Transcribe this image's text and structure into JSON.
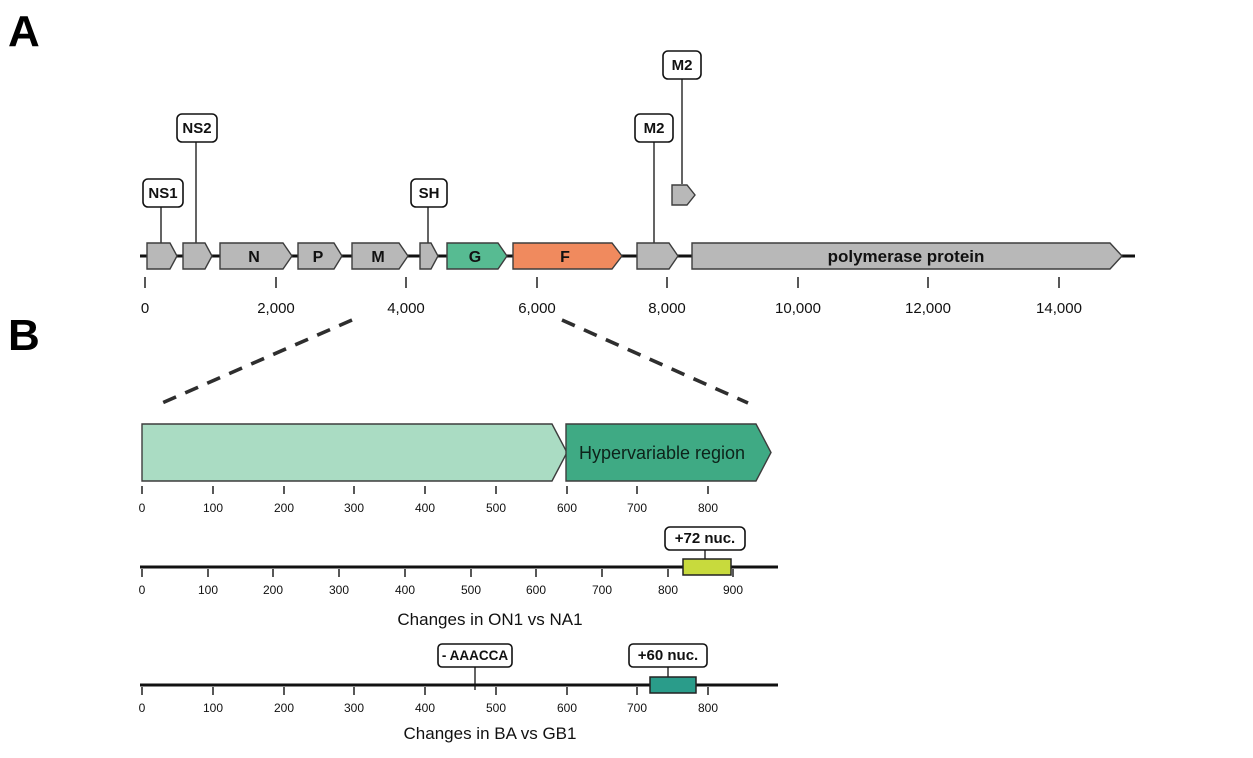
{
  "figure": {
    "panel_a_label": "A",
    "panel_b_label": "B"
  },
  "genome_map": {
    "gene_labels": {
      "n": "N",
      "p": "P",
      "m": "M",
      "g": "G",
      "f": "F",
      "polymerase": "polymerase protein"
    },
    "callouts": {
      "ns1": "NS1",
      "ns2": "NS2",
      "sh": "SH",
      "m2_lower": "M2",
      "m2_upper": "M2"
    },
    "axis_ticks": [
      "0",
      "2,000",
      "4,000",
      "6,000",
      "8,000",
      "10,000",
      "12,000",
      "14,000"
    ]
  },
  "zoom_panel": {
    "hypervariable_label": "Hypervariable region",
    "axis_ticks": [
      "0",
      "100",
      "200",
      "300",
      "400",
      "500",
      "600",
      "700",
      "800"
    ]
  },
  "on1_track": {
    "insertion_label": "+72 nuc.",
    "axis_ticks": [
      "0",
      "100",
      "200",
      "300",
      "400",
      "500",
      "600",
      "700",
      "800",
      "900"
    ],
    "caption": "Changes in ON1 vs NA1"
  },
  "ba_track": {
    "deletion_label": "- AAACCA",
    "insertion_label": "+60 nuc.",
    "axis_ticks": [
      "0",
      "100",
      "200",
      "300",
      "400",
      "500",
      "600",
      "700",
      "800"
    ],
    "caption": "Changes in BA vs GB1"
  },
  "colors": {
    "gene_gray": "#b8b8b8",
    "gene_green": "#57bb92",
    "gene_orange": "#f08a5e",
    "zoom_light_green": "#aadcc3",
    "zoom_dark_green": "#3faa84",
    "on1_insertion_fill": "#c8da3d",
    "ba_insertion_fill": "#2a9c8a"
  }
}
